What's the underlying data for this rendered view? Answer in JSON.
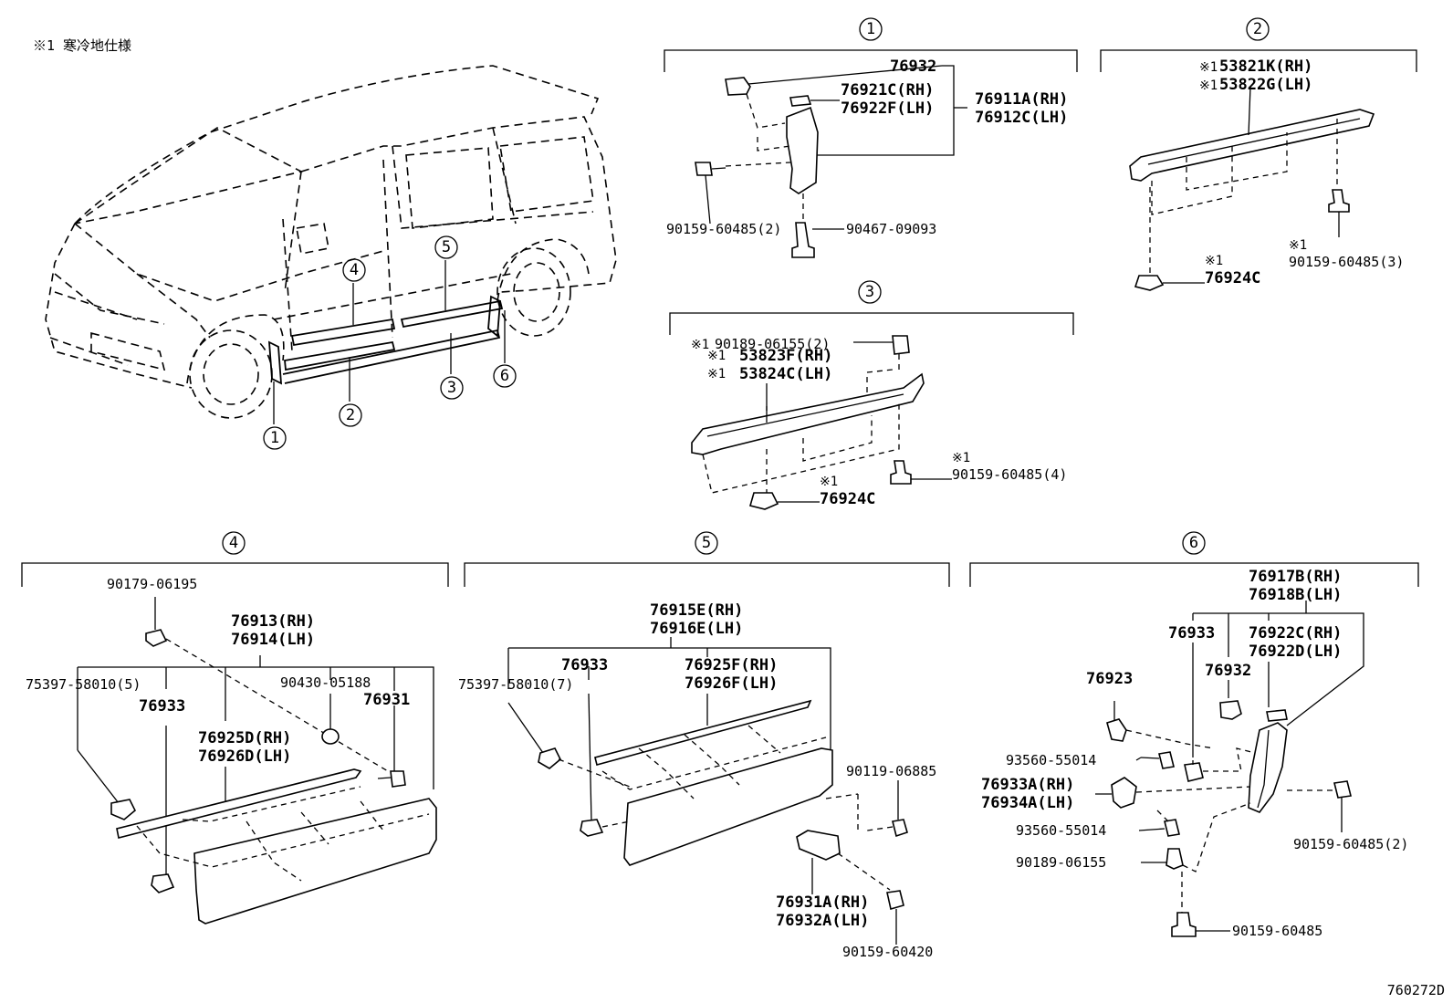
{
  "note": "※1 寒冷地仕様",
  "figure_id": "760272D",
  "callouts": {
    "c1": "1",
    "c2": "2",
    "c3": "3",
    "c4": "4",
    "c5": "5",
    "c6": "6"
  },
  "section1": {
    "p76932": "76932",
    "p76921C": "76921C(RH)",
    "p76922F": "76922F(LH)",
    "p76911A": "76911A(RH)",
    "p76912C": "76912C(LH)",
    "p90159": "90159-60485(2)",
    "p90467": "90467-09093"
  },
  "section2": {
    "mark_a": "※1",
    "p53821K": "53821K(RH)",
    "mark_b": "※1",
    "p53822G": "53822G(LH)",
    "mark_c": "※1",
    "p76924C": "76924C",
    "mark_d": "※1",
    "p90159": "90159-60485(3)"
  },
  "section3": {
    "mark_a": "※1",
    "p90189": "90189-06155(2)",
    "mark_b": "※1",
    "p53823F": "53823F(RH)",
    "mark_c": "※1",
    "p53824C": "53824C(LH)",
    "mark_d": "※1",
    "p90159": "90159-60485(4)",
    "mark_e": "※1",
    "p76924C": "76924C"
  },
  "section4": {
    "p90179": "90179-06195",
    "p76913": "76913(RH)",
    "p76914": "76914(LH)",
    "p75397": "75397-58010(5)",
    "p90430": "90430-05188",
    "p76933": "76933",
    "p76931": "76931",
    "p76925D": "76925D(RH)",
    "p76926D": "76926D(LH)"
  },
  "section5": {
    "p76915E": "76915E(RH)",
    "p76916E": "76916E(LH)",
    "p76933": "76933",
    "p76925F": "76925F(RH)",
    "p76926F": "76926F(LH)",
    "p75397": "75397-58010(7)",
    "p90119": "90119-06885",
    "p76931A": "76931A(RH)",
    "p76932A": "76932A(LH)",
    "p90159": "90159-60420"
  },
  "section6": {
    "p76917B": "76917B(RH)",
    "p76918B": "76918B(LH)",
    "p76933": "76933",
    "p76922C": "76922C(RH)",
    "p76922D": "76922D(LH)",
    "p76932": "76932",
    "p76923": "76923",
    "p93560a": "93560-55014",
    "p76933A": "76933A(RH)",
    "p76934A": "76934A(LH)",
    "p93560b": "93560-55014",
    "p90189": "90189-06155",
    "p90159a": "90159-60485(2)",
    "p90159b": "90159-60485"
  }
}
